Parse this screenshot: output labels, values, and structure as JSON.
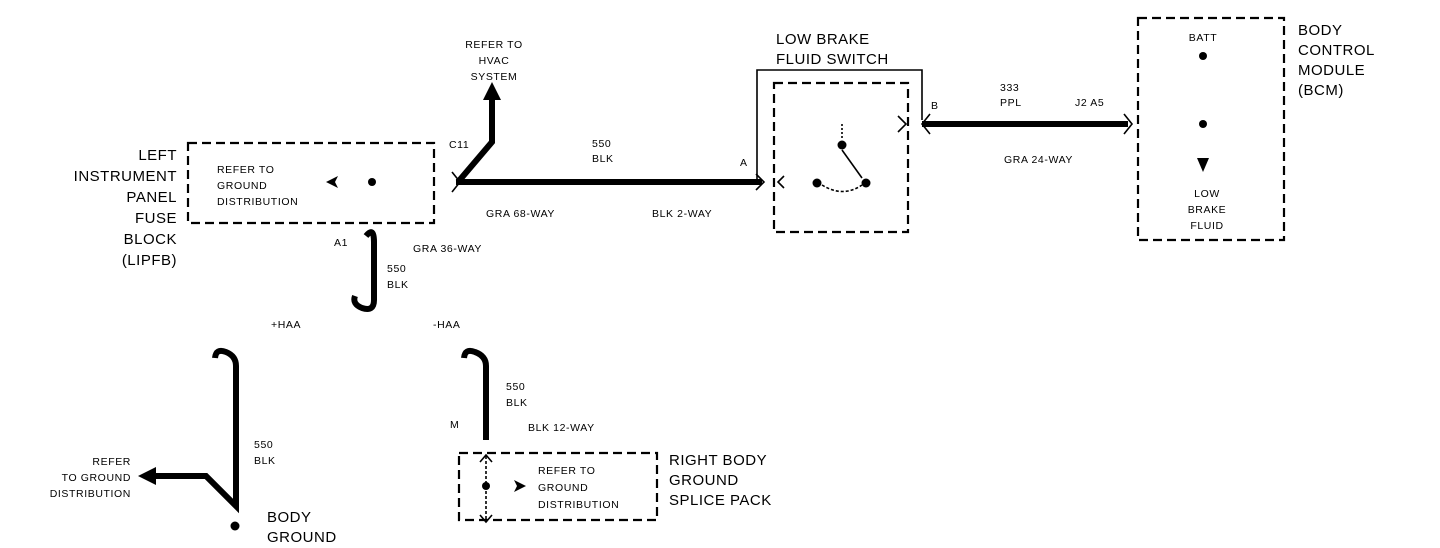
{
  "components": {
    "lipfb": {
      "name_lines": [
        "LEFT",
        "INSTRUMENT",
        "PANEL",
        "FUSE",
        "BLOCK",
        "(LIPFB)"
      ],
      "inner_lines": [
        "REFER TO",
        "GROUND",
        "DISTRIBUTION"
      ]
    },
    "low_brake_switch": {
      "name_lines": [
        "LOW BRAKE",
        "FLUID SWITCH"
      ]
    },
    "bcm": {
      "name_lines": [
        "BODY",
        "CONTROL",
        "MODULE",
        "(BCM)"
      ],
      "batt": "BATT",
      "inner_lines": [
        "LOW",
        "BRAKE",
        "FLUID"
      ]
    },
    "right_body_ground": {
      "name_lines": [
        "RIGHT BODY",
        "GROUND",
        "SPLICE PACK"
      ],
      "inner_lines": [
        "REFER TO",
        "GROUND",
        "DISTRIBUTION"
      ]
    },
    "body_ground": {
      "name_lines": [
        "BODY",
        "GROUND"
      ]
    },
    "hvac_ref": {
      "lines": [
        "REFER TO",
        "HVAC",
        "SYSTEM"
      ]
    },
    "ground_ref": {
      "lines": [
        "REFER",
        "TO GROUND",
        "DISTRIBUTION"
      ]
    }
  },
  "connectors": {
    "c11": "C11",
    "a": "A",
    "b": "B",
    "j2a5": "J2 A5",
    "a1": "A1",
    "m": "M",
    "gra68": "GRA 68-WAY",
    "blk2": "BLK 2-WAY",
    "gra24": "GRA 24-WAY",
    "gra36": "GRA 36-WAY",
    "blk12": "BLK 12-WAY"
  },
  "wires": {
    "w1": {
      "circuit": "550",
      "color": "BLK"
    },
    "w2": {
      "circuit": "333",
      "color": "PPL"
    },
    "w3": {
      "circuit": "550",
      "color": "BLK"
    },
    "w4": {
      "circuit": "550",
      "color": "BLK"
    },
    "w5": {
      "circuit": "550",
      "color": "BLK"
    }
  },
  "splices": {
    "plus_haa": "+HAA",
    "minus_haa": "-HAA"
  }
}
